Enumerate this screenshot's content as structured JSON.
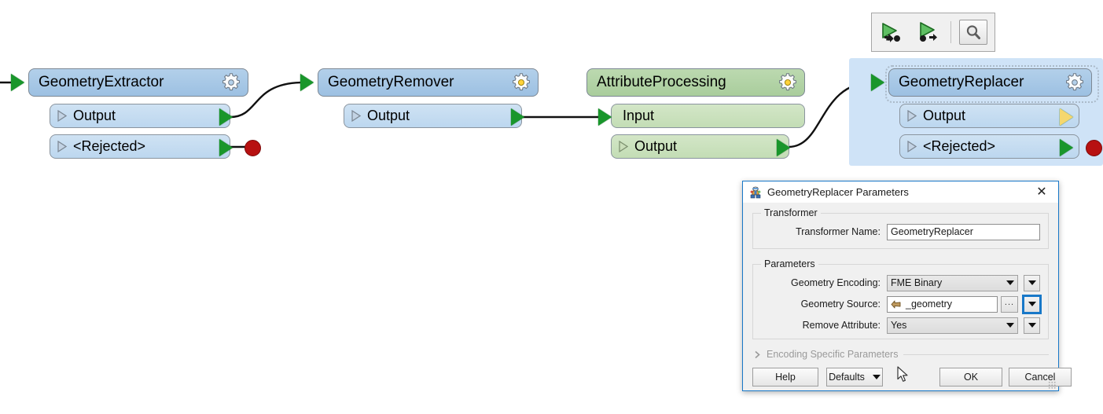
{
  "workspace": {
    "nodes": [
      {
        "id": "geometry-extractor",
        "title": "GeometryExtractor",
        "color": "blue",
        "gear": "gear-icon",
        "gear_state": "plain",
        "ports": [
          {
            "label": "Output",
            "kind": "output",
            "arrow": "green"
          },
          {
            "label": "<Rejected>",
            "kind": "output",
            "arrow": "green",
            "terminator": "red-dot"
          }
        ]
      },
      {
        "id": "geometry-remover",
        "title": "GeometryRemover",
        "color": "blue",
        "gear": "gear-icon",
        "gear_state": "highlighted",
        "ports": [
          {
            "label": "Output",
            "kind": "output",
            "arrow": "green"
          }
        ]
      },
      {
        "id": "attribute-processing",
        "title": "AttributeProcessing",
        "color": "green",
        "gear": "gear-icon",
        "gear_state": "highlighted",
        "ports": [
          {
            "label": "Input",
            "kind": "input",
            "arrow": "green"
          },
          {
            "label": "Output",
            "kind": "output",
            "arrow": "green"
          }
        ]
      },
      {
        "id": "geometry-replacer",
        "title": "GeometryReplacer",
        "color": "blue",
        "selected": true,
        "gear": "gear-icon",
        "gear_state": "plain",
        "ports": [
          {
            "label": "Output",
            "kind": "output",
            "arrow": "yellow"
          },
          {
            "label": "<Rejected>",
            "kind": "output",
            "arrow": "green",
            "terminator": "red-dot"
          }
        ]
      }
    ],
    "colors": {
      "node_blue_header": "#a3c5e5",
      "node_blue_port": "#c6dcf0",
      "node_green_header": "#b0d2a3",
      "node_green_port": "#cbe2bd",
      "arrow_green": "#19962b",
      "arrow_yellow": "#f5d76e",
      "terminator_red": "#b71111",
      "selection_blue": "#cfe3f7",
      "accent": "#1878c8"
    }
  },
  "toolbar": {
    "buttons": [
      {
        "name": "add-input-connection-icon",
        "label": "Add Input Connection"
      },
      {
        "name": "add-output-connection-icon",
        "label": "Add Output Connection"
      },
      {
        "name": "inspect-icon",
        "label": "Inspect"
      }
    ]
  },
  "dialog": {
    "title": "GeometryReplacer Parameters",
    "icon": "fme-transformer-icon",
    "close_label": "✕",
    "groups": {
      "transformer": {
        "legend": "Transformer",
        "name_label": "Transformer Name:",
        "name_value": "GeometryReplacer"
      },
      "parameters": {
        "legend": "Parameters",
        "rows": [
          {
            "label": "Geometry Encoding:",
            "value": "FME Binary",
            "control": "combo",
            "side": "dropdown"
          },
          {
            "label": "Geometry Source:",
            "value": "_geometry",
            "control": "text",
            "icon": "attribute-icon",
            "dots": "...",
            "side": "dropdown",
            "side_focused": true
          },
          {
            "label": "Remove Attribute:",
            "value": "Yes",
            "control": "combo",
            "side": "dropdown"
          }
        ]
      }
    },
    "expander": {
      "label": "Encoding Specific Parameters",
      "chevron": "chevron-right-icon",
      "expanded": false
    },
    "buttons": {
      "help": "Help",
      "defaults": "Defaults",
      "ok": "OK",
      "cancel": "Cancel"
    }
  }
}
